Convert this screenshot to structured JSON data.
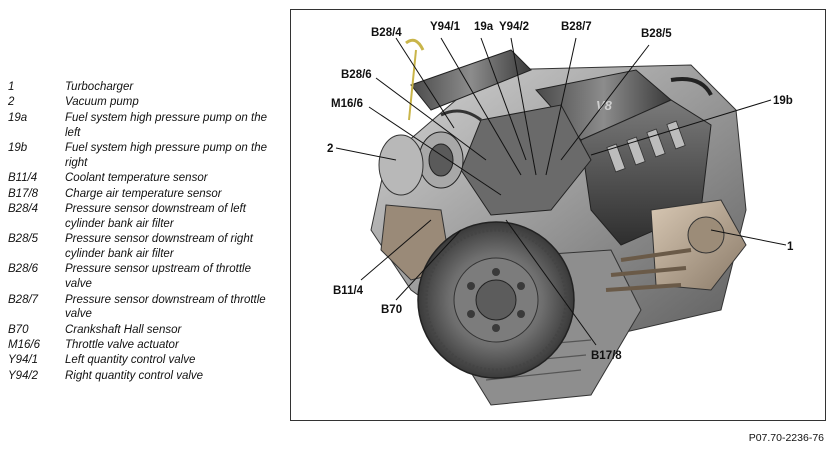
{
  "legend": [
    {
      "code": "1",
      "desc": "Turbocharger"
    },
    {
      "code": "2",
      "desc": "Vacuum pump"
    },
    {
      "code": "19a",
      "desc": "Fuel system high pressure pump on the left"
    },
    {
      "code": "19b",
      "desc": "Fuel system high pressure pump on the right"
    },
    {
      "code": "B11/4",
      "desc": "Coolant temperature sensor"
    },
    {
      "code": "B17/8",
      "desc": "Charge air temperature sensor"
    },
    {
      "code": "B28/4",
      "desc": "Pressure sensor downstream of left cylinder bank air filter"
    },
    {
      "code": "B28/5",
      "desc": "Pressure sensor downstream of right cylinder bank air filter"
    },
    {
      "code": "B28/6",
      "desc": "Pressure sensor upstream of throttle valve"
    },
    {
      "code": "B28/7",
      "desc": "Pressure sensor downstream of throttle valve"
    },
    {
      "code": "B70",
      "desc": "Crankshaft Hall sensor"
    },
    {
      "code": "M16/6",
      "desc": "Throttle valve actuator"
    },
    {
      "code": "Y94/1",
      "desc": "Left quantity control valve"
    },
    {
      "code": "Y94/2",
      "desc": "Right quantity control valve"
    }
  ],
  "callouts": {
    "b28_4": "B28/4",
    "y94_1": "Y94/1",
    "c19a": "19a",
    "y94_2": "Y94/2",
    "b28_7": "B28/7",
    "b28_5": "B28/5",
    "b28_6": "B28/6",
    "m16_6": "M16/6",
    "c19b": "19b",
    "c2": "2",
    "c1": "1",
    "b11_4": "B11/4",
    "b70": "B70",
    "b17_8": "B17/8"
  },
  "figure_ref": "P07.70-2236-76"
}
